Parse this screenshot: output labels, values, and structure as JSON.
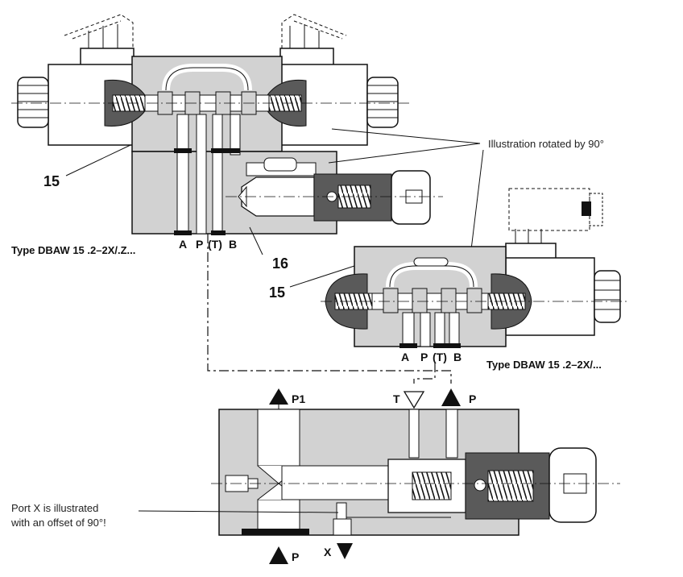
{
  "upper_valve": {
    "callout_15": "15",
    "callout_16": "16",
    "type_label": "Type DBAW 15 .2–2X/.Z...",
    "port_a": "A",
    "port_p": "P",
    "port_t": "(T)",
    "port_b": "B"
  },
  "rotation_note": "Illustration rotated by 90°",
  "middle_valve": {
    "callout_15": "15",
    "type_label": "Type DBAW 15 .2–2X/...",
    "port_a": "A",
    "port_p": "P",
    "port_t": "(T)",
    "port_b": "B"
  },
  "lower_block": {
    "port_p1": "P1",
    "port_t": "T",
    "port_p_top": "P",
    "port_p_bottom": "P",
    "port_x": "X",
    "note_line1": "Port X is illustrated",
    "note_line2": "with an offset of 90°!"
  },
  "colors": {
    "body_fill": "#d2d2d2",
    "dark_fill": "#5a5a5a",
    "line": "#111111"
  }
}
